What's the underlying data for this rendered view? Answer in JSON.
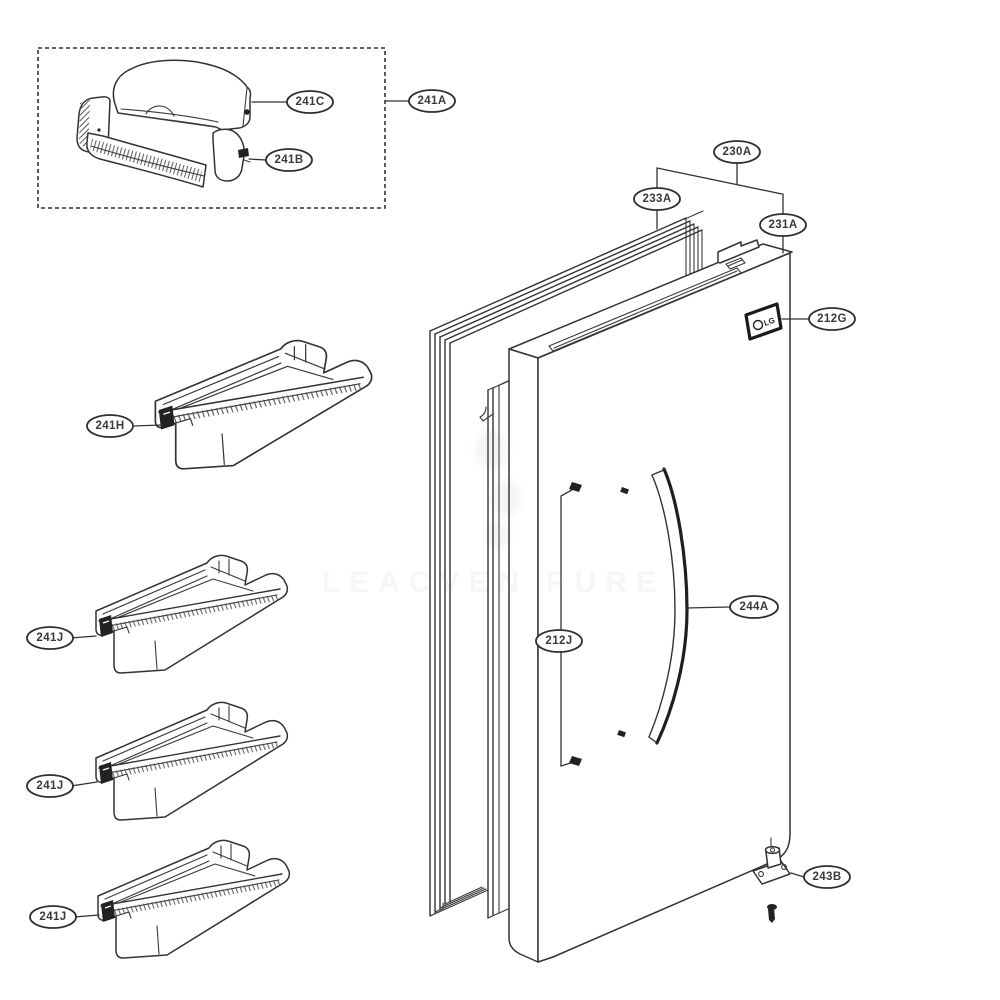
{
  "diagram": {
    "background": "#ffffff",
    "line_color": "#333333",
    "callout_text_color": "#3a3a3a",
    "brand_badge": "LG",
    "watermark": "LEACVEN PURE",
    "callouts": [
      {
        "id": "241A",
        "label": "241A"
      },
      {
        "id": "241C",
        "label": "241C"
      },
      {
        "id": "241B",
        "label": "241B"
      },
      {
        "id": "230A",
        "label": "230A"
      },
      {
        "id": "233A",
        "label": "233A"
      },
      {
        "id": "231A",
        "label": "231A"
      },
      {
        "id": "212G",
        "label": "212G"
      },
      {
        "id": "212J",
        "label": "212J"
      },
      {
        "id": "244A",
        "label": "244A"
      },
      {
        "id": "243B",
        "label": "243B"
      },
      {
        "id": "241H",
        "label": "241H"
      },
      {
        "id": "241J-1",
        "label": "241J"
      },
      {
        "id": "241J-2",
        "label": "241J"
      },
      {
        "id": "241J-3",
        "label": "241J"
      }
    ]
  }
}
